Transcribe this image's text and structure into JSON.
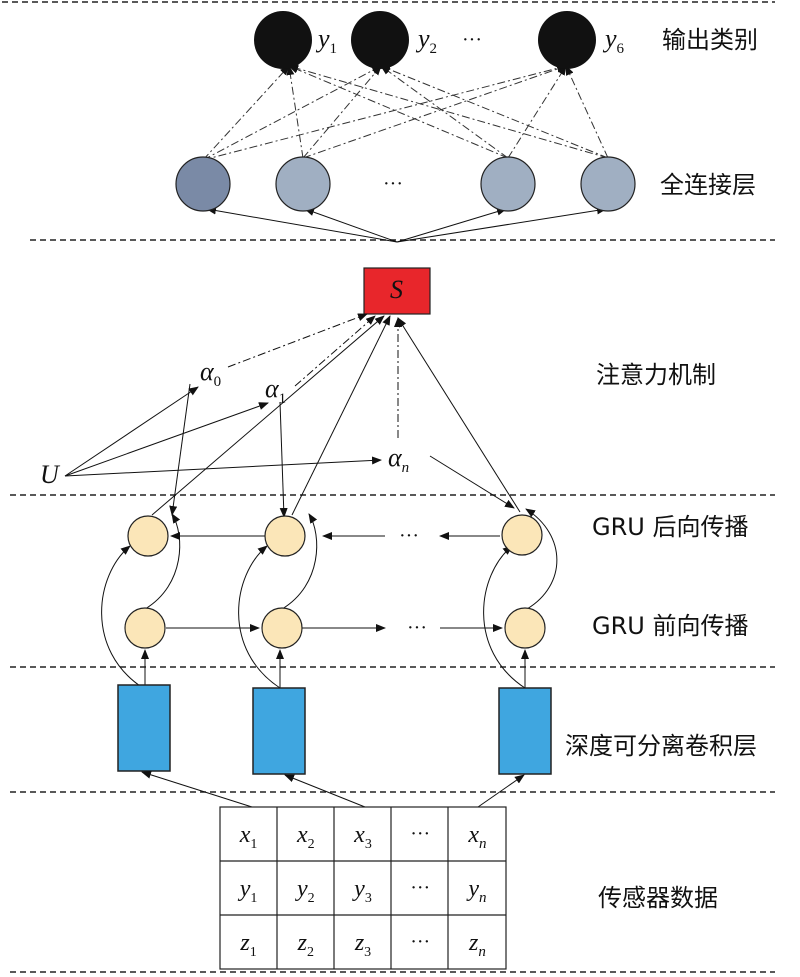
{
  "layers": {
    "output": "输出类别",
    "fc": "全连接层",
    "attention": "注意力机制",
    "gru_backward": "GRU 后向传播",
    "gru_forward": "GRU 前向传播",
    "dsconv": "深度可分离卷积层",
    "sensor": "传感器数据"
  },
  "outputs": [
    {
      "var": "y",
      "sub": "1"
    },
    {
      "var": "y",
      "sub": "2"
    },
    {
      "var": "y",
      "sub": "6"
    }
  ],
  "ellipsis": "···",
  "attention": {
    "s_label": "S",
    "u_label": "U",
    "alphas": [
      {
        "var": "α",
        "sub": "0"
      },
      {
        "var": "α",
        "sub": "1"
      },
      {
        "var": "α",
        "sub": "n"
      }
    ]
  },
  "table": {
    "rows": [
      [
        {
          "var": "x",
          "sub": "1"
        },
        {
          "var": "x",
          "sub": "2"
        },
        {
          "var": "x",
          "sub": "3"
        },
        {
          "var": "···",
          "sub": ""
        },
        {
          "var": "x",
          "sub": "n"
        }
      ],
      [
        {
          "var": "y",
          "sub": "1"
        },
        {
          "var": "y",
          "sub": "2"
        },
        {
          "var": "y",
          "sub": "3"
        },
        {
          "var": "···",
          "sub": ""
        },
        {
          "var": "y",
          "sub": "n"
        }
      ],
      [
        {
          "var": "z",
          "sub": "1"
        },
        {
          "var": "z",
          "sub": "2"
        },
        {
          "var": "z",
          "sub": "3"
        },
        {
          "var": "···",
          "sub": ""
        },
        {
          "var": "z",
          "sub": "n"
        }
      ]
    ]
  },
  "colors": {
    "output_node": "#111111",
    "fc_node_dark": "#7a8aa6",
    "fc_node": "#a0afc2",
    "s_box": "#e8262b",
    "gru_node": "#fbe6b8",
    "conv_box": "#3fa6e0"
  }
}
